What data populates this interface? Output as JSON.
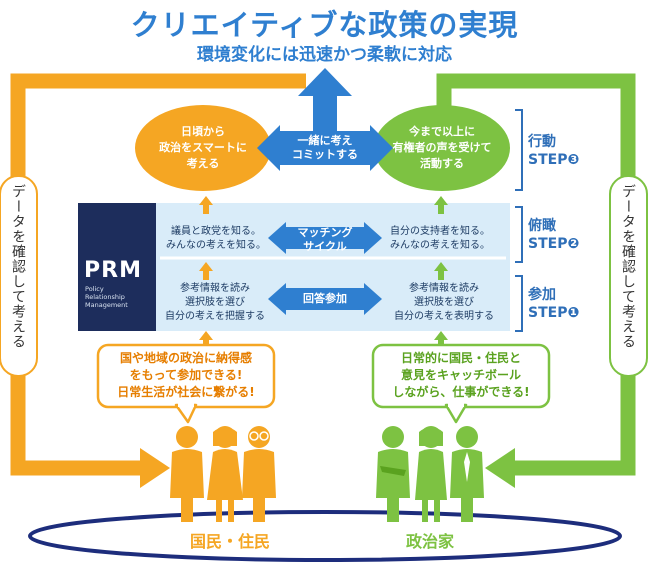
{
  "header": {
    "title": "クリエイティブな政策の実現",
    "subtitle": "環境変化には迅速かつ柔軟に対応"
  },
  "top": {
    "left_oval": "日頃から\n政治をスマートに\n考える",
    "center_banner": "一緒に考え\nコミットする",
    "right_oval": "今まで以上に\n有権者の声を受けて\n活動する"
  },
  "prm": {
    "logo": "PRM",
    "logo_sub": "Policy\nRelationship\nManagement",
    "row1_left": "議員と政党を知る。\nみんなの考えを知る。",
    "row1_banner": "マッチング\nサイクル",
    "row1_right": "自分の支持者を知る。\nみんなの考えを知る。",
    "row2_left": "参考情報を読み\n選択肢を選び\n自分の考えを把握する",
    "row2_banner": "回答参加",
    "row2_right": "参考情報を読み\n選択肢を選び\n自分の考えを表明する"
  },
  "steps": {
    "step3": "行動\nSTEP❸",
    "step2": "俯瞰\nSTEP❷",
    "step1": "参加\nSTEP❶"
  },
  "side": {
    "left_label": "データを確認して考える",
    "right_label": "データを確認して考える"
  },
  "bubbles": {
    "left": "国や地域の政治に納得感\nをもって参加できる!\n日常生活が社会に繋がる!",
    "right": "日常的に国民・住民と\n意見をキャッチボール\nしながら、仕事ができる!"
  },
  "ground": {
    "left_label": "国民・住民",
    "right_label": "政治家"
  },
  "colors": {
    "orange": "#f5a623",
    "green": "#7dc242",
    "blue": "#2f7fd0",
    "navy": "#1d2d5c",
    "panel": "#d9ecf9",
    "orange_text": "#e67e00",
    "green_text": "#5aa21f"
  }
}
